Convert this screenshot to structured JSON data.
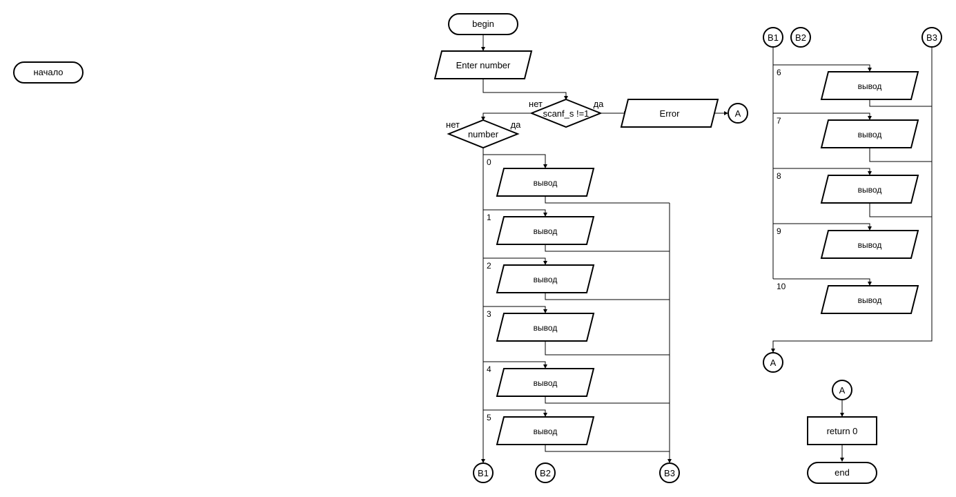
{
  "texts": {
    "nachalo": "начало",
    "begin": "begin",
    "enter_number": "Enter number",
    "scanf_cond": "scanf_s !=1",
    "error": "Error",
    "number": "number",
    "net": "нет",
    "da": "да",
    "vyvod": "вывод",
    "conn_a": "A",
    "conn_b1": "B1",
    "conn_b2": "B2",
    "conn_b3": "B3",
    "return0": "return 0",
    "end": "end"
  },
  "case_labels": [
    "0",
    "1",
    "2",
    "3",
    "4",
    "5",
    "6",
    "7",
    "8",
    "9",
    "10"
  ]
}
